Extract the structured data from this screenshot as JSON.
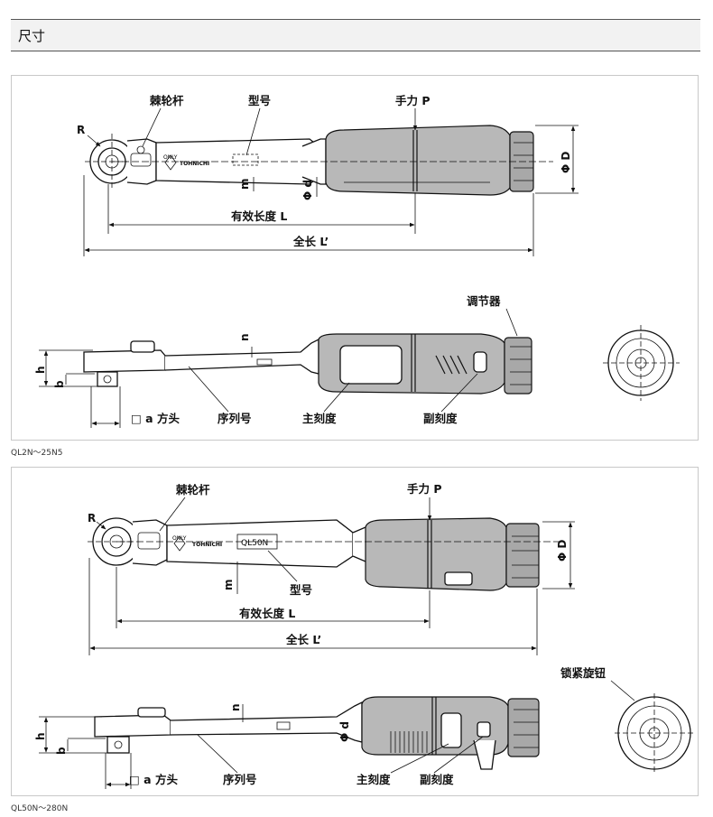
{
  "section_title": "尺寸",
  "panel1": {
    "labels": {
      "ratchet": "棘轮杆",
      "model": "型号",
      "hand_force": "手力 P",
      "effective_length": "有效长度 L",
      "total_length": "全长 L’",
      "adjuster": "调节器",
      "square_drive": "□ a 方头",
      "serial_no": "序列号",
      "main_scale": "主刻度",
      "sub_scale": "副刻度"
    },
    "dims": {
      "R": "R",
      "m": "m",
      "phi_d": "Φ d",
      "phi_D": "Φ D",
      "n": "n",
      "h": "h",
      "b": "b"
    },
    "engraving": {
      "only": "ONLY",
      "brand": "TOHNICHI"
    },
    "model_range": "QL2N～25N5"
  },
  "panel2": {
    "labels": {
      "ratchet": "棘轮杆",
      "model": "型号",
      "hand_force": "手力 P",
      "effective_length": "有效长度 L",
      "total_length": "全长 L’",
      "lock_knob": "锁紧旋钮",
      "square_drive": "□ a 方头",
      "serial_no": "序列号",
      "main_scale": "主刻度",
      "sub_scale": "副刻度"
    },
    "dims": {
      "R": "R",
      "m": "m",
      "phi_d": "Φ d",
      "phi_D": "Φ D",
      "n": "n",
      "h": "h",
      "b": "b"
    },
    "engraving": {
      "only": "ONLY",
      "brand": "TOHNICHI",
      "model_text": "QL50N"
    },
    "model_range": "QL50N～280N"
  }
}
